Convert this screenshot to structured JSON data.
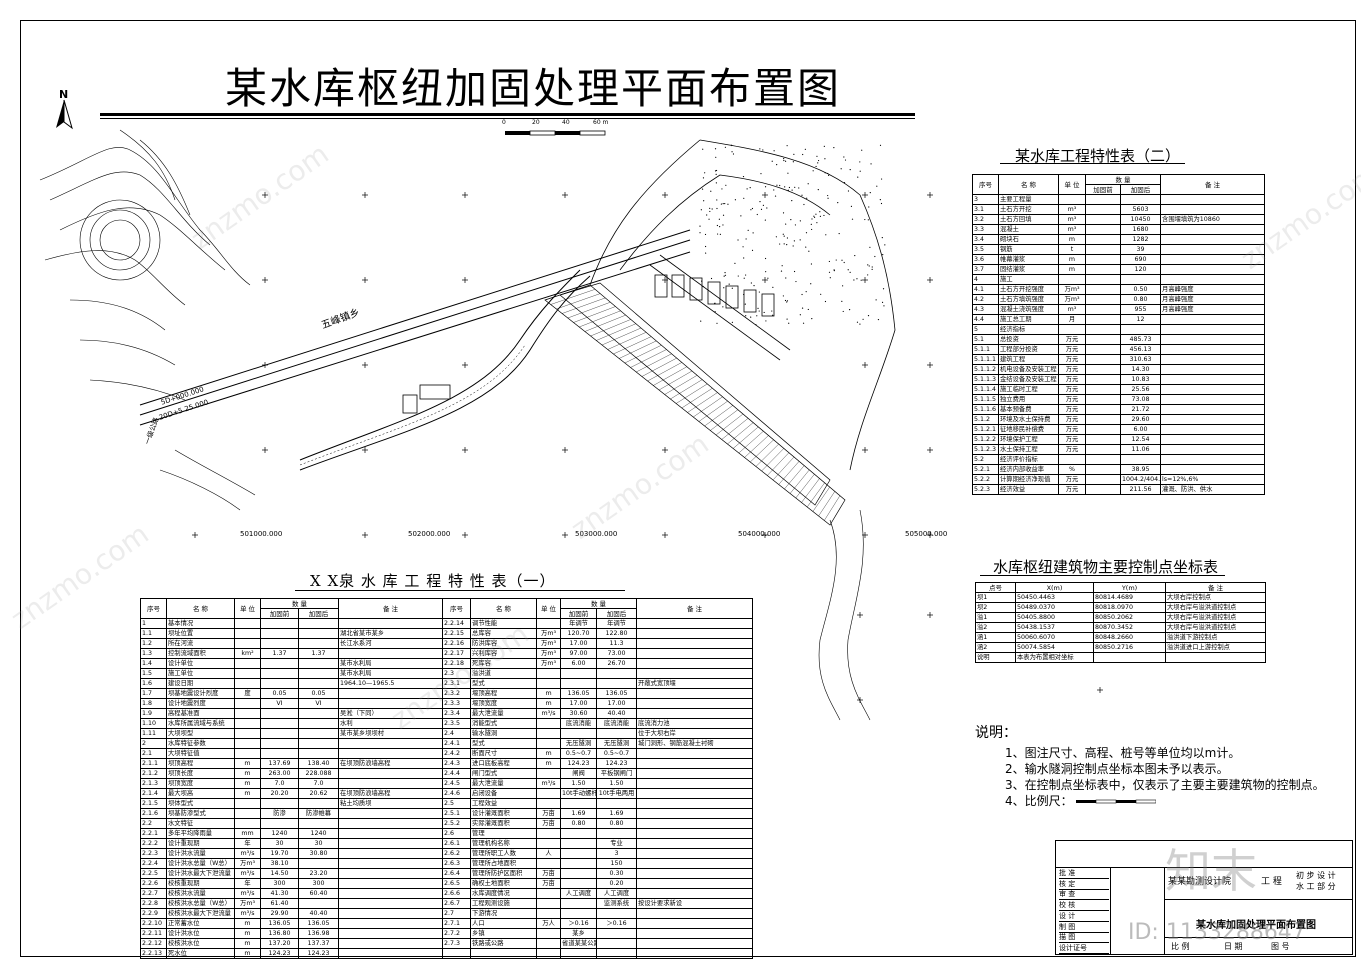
{
  "title": "某水库枢纽加固处理平面布置图",
  "north_label": "N",
  "scale_ticks": [
    "0",
    "20",
    "40",
    "60 m"
  ],
  "map_labels": {
    "village": "五峰镇乡",
    "road": "一级公路",
    "x_coords": [
      "501000.000",
      "502000.000",
      "503000.000",
      "504000.000",
      "505000.000"
    ],
    "grid_label_1": "5D+000.000",
    "grid_label_2": "20D+5 25.000"
  },
  "table2": {
    "caption": "某水库工程特性表（二）",
    "head": {
      "no": "序号",
      "name": "名 称",
      "unit": "单 位",
      "qty": "数 量",
      "before": "加固前",
      "after": "加固后",
      "note": "备 注"
    },
    "rows": [
      [
        "3",
        "主要工程量",
        "",
        "",
        "",
        ""
      ],
      [
        "3.1",
        "土石方开挖",
        "m³",
        "",
        "5603",
        ""
      ],
      [
        "3.2",
        "土石方回填",
        "m³",
        "",
        "10450",
        "含围堰填筑为10860"
      ],
      [
        "3.3",
        "混凝土",
        "m³",
        "",
        "1680",
        ""
      ],
      [
        "3.4",
        "砌块石",
        "m",
        "",
        "1282",
        ""
      ],
      [
        "3.5",
        "钢筋",
        "t",
        "",
        "39",
        ""
      ],
      [
        "3.6",
        "帷幕灌浆",
        "m",
        "",
        "690",
        ""
      ],
      [
        "3.7",
        "固结灌浆",
        "m",
        "",
        "120",
        ""
      ],
      [
        "4",
        "施工",
        "",
        "",
        "",
        ""
      ],
      [
        "4.1",
        "土石方开挖强度",
        "万m³",
        "",
        "0.50",
        "月高峰强度"
      ],
      [
        "4.2",
        "土石方填筑强度",
        "万m³",
        "",
        "0.80",
        "月高峰强度"
      ],
      [
        "4.3",
        "混凝土浇筑强度",
        "m³",
        "",
        "955",
        "月高峰强度"
      ],
      [
        "4.4",
        "施工总工期",
        "月",
        "",
        "12",
        ""
      ],
      [
        "5",
        "经济指标",
        "",
        "",
        "",
        ""
      ],
      [
        "5.1",
        "总投资",
        "万元",
        "",
        "485.73",
        ""
      ],
      [
        "5.1.1",
        "工程部分投资",
        "万元",
        "",
        "456.13",
        ""
      ],
      [
        "5.1.1.1",
        "建筑工程",
        "万元",
        "",
        "310.63",
        ""
      ],
      [
        "5.1.1.2",
        "机电设备及安装工程",
        "万元",
        "",
        "14.30",
        ""
      ],
      [
        "5.1.1.3",
        "金结设备及安装工程",
        "万元",
        "",
        "10.83",
        ""
      ],
      [
        "5.1.1.4",
        "施工临时工程",
        "万元",
        "",
        "25.56",
        ""
      ],
      [
        "5.1.1.5",
        "独立费用",
        "万元",
        "",
        "73.08",
        ""
      ],
      [
        "5.1.1.6",
        "基本预备费",
        "万元",
        "",
        "21.72",
        ""
      ],
      [
        "5.1.2",
        "环境及水土保持费",
        "万元",
        "",
        "29.60",
        ""
      ],
      [
        "5.1.2.1",
        "征地移民补偿费",
        "万元",
        "",
        "6.00",
        ""
      ],
      [
        "5.1.2.2",
        "环境保护工程",
        "万元",
        "",
        "12.54",
        ""
      ],
      [
        "5.1.2.3",
        "水土保持工程",
        "万元",
        "",
        "11.06",
        ""
      ],
      [
        "5.2",
        "经济评价指标",
        "",
        "",
        "",
        ""
      ],
      [
        "5.2.1",
        "经济内部收益率",
        "%",
        "",
        "38.95",
        ""
      ],
      [
        "5.2.2",
        "计算期经济净现值",
        "万元",
        "",
        "1004.2/404.53",
        "ls=12%,6%"
      ],
      [
        "5.2.3",
        "经济效益",
        "万元",
        "",
        "211.56",
        "灌溉、防洪、供水"
      ]
    ]
  },
  "coord_table": {
    "caption": "水库枢纽建筑物主要控制点坐标表",
    "head": [
      "点号",
      "X(m)",
      "Y(m)",
      "备 注"
    ],
    "rows": [
      [
        "坝1",
        "50450.4463",
        "80814.4689",
        "大坝右岸控制点"
      ],
      [
        "坝2",
        "50489.0370",
        "80818.0970",
        "大坝右岸与溢洪道控制点"
      ],
      [
        "溢1",
        "50405.8800",
        "80850.2062",
        "大坝右岸与溢洪道控制点"
      ],
      [
        "溢2",
        "50438.1537",
        "80870.3452",
        "大坝右岸与溢洪道控制点"
      ],
      [
        "涵1",
        "50060.6070",
        "80848.2660",
        "溢洪道下游控制点"
      ],
      [
        "涵2",
        "50074.5854",
        "80850.2716",
        "溢洪道进口上游控制点"
      ],
      [
        "说明",
        "本表为布置相对坐标",
        "",
        ""
      ]
    ]
  },
  "table1": {
    "caption": "X X泉 水 库 工 程 特 性 表（一）",
    "head": {
      "no": "序号",
      "name": "名 称",
      "unit": "单 位",
      "qty": "数 量",
      "before": "加固前",
      "after": "加固后",
      "note": "备 注"
    },
    "left_rows": [
      [
        "1",
        "基本情况",
        "",
        "",
        "",
        ""
      ],
      [
        "1.1",
        "坝址位置",
        "",
        "",
        "",
        "湖北省某市某乡"
      ],
      [
        "1.2",
        "所在河流",
        "",
        "",
        "",
        "长江水系河"
      ],
      [
        "1.3",
        "控制流域面积",
        "km²",
        "1.37",
        "1.37",
        ""
      ],
      [
        "1.4",
        "设计单位",
        "",
        "",
        "",
        "某市水利局"
      ],
      [
        "1.5",
        "施工单位",
        "",
        "",
        "",
        "某市水利局"
      ],
      [
        "1.6",
        "建设日期",
        "",
        "",
        "",
        "1964.10—1965.5"
      ],
      [
        "1.7",
        "坝基地震设计烈度",
        "度",
        "0.05",
        "0.05",
        ""
      ],
      [
        "1.8",
        "设计地震烈度",
        "",
        "VI",
        "VI",
        ""
      ],
      [
        "1.9",
        "高程基准面",
        "",
        "",
        "",
        "吴淞（下同）"
      ],
      [
        "1.10",
        "水库所属流域与系统",
        "",
        "",
        "",
        "水利"
      ],
      [
        "1.11",
        "大坝坝型",
        "",
        "",
        "",
        "某市某乡坝坝村"
      ],
      [
        "2",
        "水库特征参数",
        "",
        "",
        "",
        ""
      ],
      [
        "2.1",
        "大坝特征值",
        "",
        "",
        "",
        ""
      ],
      [
        "2.1.1",
        "坝顶高程",
        "m",
        "137.69",
        "138.40",
        "在坝顶防浪墙高程"
      ],
      [
        "2.1.2",
        "坝顶长度",
        "m",
        "263.00",
        "228.088",
        ""
      ],
      [
        "2.1.3",
        "坝顶宽度",
        "m",
        "7.0",
        "7.0",
        ""
      ],
      [
        "2.1.4",
        "最大坝高",
        "m",
        "20.20",
        "20.62",
        "在坝顶防浪墙高程"
      ],
      [
        "2.1.5",
        "坝体型式",
        "",
        "",
        "",
        "粘土均质坝"
      ],
      [
        "2.1.6",
        "坝基防渗型式",
        "",
        "防渗",
        "防渗帷幕",
        ""
      ],
      [
        "2.2",
        "水文特征",
        "",
        "",
        "",
        ""
      ],
      [
        "2.2.1",
        "多年平均降雨量",
        "mm",
        "1240",
        "1240",
        ""
      ],
      [
        "2.2.2",
        "设计重现期",
        "年",
        "30",
        "30",
        ""
      ],
      [
        "2.2.3",
        "设计洪水流量",
        "m³/s",
        "19.70",
        "30.80",
        ""
      ],
      [
        "2.2.4",
        "设计洪水总量（W总）",
        "万m³",
        "38.10",
        "",
        ""
      ],
      [
        "2.2.5",
        "设计洪水最大下泄流量",
        "m³/s",
        "14.50",
        "23.20",
        ""
      ],
      [
        "2.2.6",
        "校核重现期",
        "年",
        "300",
        "300",
        ""
      ],
      [
        "2.2.7",
        "校核洪水流量",
        "m³/s",
        "41.30",
        "60.40",
        ""
      ],
      [
        "2.2.8",
        "校核洪水总量（W总）",
        "万m³",
        "61.40",
        "",
        ""
      ],
      [
        "2.2.9",
        "校核洪水最大下泄流量",
        "m³/s",
        "29.90",
        "40.40",
        ""
      ],
      [
        "2.2.10",
        "正常蓄水位",
        "m",
        "136.05",
        "136.05",
        ""
      ],
      [
        "2.2.11",
        "设计洪水位",
        "m",
        "136.80",
        "136.98",
        ""
      ],
      [
        "2.2.12",
        "校核洪水位",
        "m",
        "137.20",
        "137.37",
        ""
      ],
      [
        "2.2.13",
        "死水位",
        "m",
        "124.23",
        "124.23",
        ""
      ]
    ],
    "right_rows": [
      [
        "2.2.14",
        "调节性能",
        "",
        "年调节",
        "年调节",
        ""
      ],
      [
        "2.2.15",
        "总库容",
        "万m³",
        "120.70",
        "122.80",
        ""
      ],
      [
        "2.2.16",
        "防洪库容",
        "万m³",
        "17.00",
        "11.3",
        ""
      ],
      [
        "2.2.17",
        "兴利库容",
        "万m³",
        "97.00",
        "73.00",
        ""
      ],
      [
        "2.2.18",
        "死库容",
        "万m³",
        "6.00",
        "26.70",
        ""
      ],
      [
        "2.3",
        "溢洪道",
        "",
        "",
        "",
        ""
      ],
      [
        "2.3.1",
        "型式",
        "",
        "",
        "",
        "开敞式宽顶堰"
      ],
      [
        "2.3.2",
        "堰顶高程",
        "m",
        "136.05",
        "136.05",
        ""
      ],
      [
        "2.3.3",
        "堰顶宽度",
        "m",
        "17.00",
        "17.00",
        ""
      ],
      [
        "2.3.4",
        "最大泄流量",
        "m³/s",
        "30.60",
        "40.40",
        ""
      ],
      [
        "2.3.5",
        "消能型式",
        "",
        "底流消能",
        "底流消能",
        "底流消力池"
      ],
      [
        "2.4",
        "输水隧洞",
        "",
        "",
        "",
        "位于大坝右岸"
      ],
      [
        "2.4.1",
        "型式",
        "",
        "无压隧洞",
        "无压隧洞",
        "城门洞形、钢筋混凝土衬砌"
      ],
      [
        "2.4.2",
        "断面尺寸",
        "m",
        "0.5~0.7",
        "0.5~0.7",
        ""
      ],
      [
        "2.4.3",
        "进口底板高程",
        "m",
        "124.23",
        "124.23",
        ""
      ],
      [
        "2.4.4",
        "闸门型式",
        "",
        "闸阀",
        "平板钢闸门",
        ""
      ],
      [
        "2.4.5",
        "最大泄流量",
        "m³/s",
        "1.50",
        "1.50",
        ""
      ],
      [
        "2.4.6",
        "启闭设备",
        "",
        "10t手动螺杆",
        "10t手电两用",
        ""
      ],
      [
        "2.5",
        "工程效益",
        "",
        "",
        "",
        ""
      ],
      [
        "2.5.1",
        "设计灌溉面积",
        "万亩",
        "1.69",
        "1.69",
        ""
      ],
      [
        "2.5.2",
        "实际灌溉面积",
        "万亩",
        "0.80",
        "0.80",
        ""
      ],
      [
        "2.6",
        "管理",
        "",
        "",
        "",
        ""
      ],
      [
        "2.6.1",
        "管理机构名称",
        "",
        "",
        "专业",
        ""
      ],
      [
        "2.6.2",
        "管理所职工人数",
        "人",
        "",
        "3",
        ""
      ],
      [
        "2.6.3",
        "管理所占地面积",
        "",
        "",
        "150",
        ""
      ],
      [
        "2.6.4",
        "管理所防护区面积",
        "万亩",
        "",
        "0.30",
        ""
      ],
      [
        "2.6.5",
        "确权土地面积",
        "万亩",
        "",
        "0.20",
        ""
      ],
      [
        "2.6.6",
        "水库调度情况",
        "",
        "人工调度",
        "人工调度",
        ""
      ],
      [
        "2.6.7",
        "工程观测设施",
        "",
        "",
        "监测系统",
        "按设计要求新设"
      ],
      [
        "2.7",
        "下游情况",
        "",
        "",
        "",
        ""
      ],
      [
        "2.7.1",
        "人口",
        "万人",
        "＞0.16",
        "＞0.16",
        ""
      ],
      [
        "2.7.2",
        "乡镇",
        "",
        "某乡",
        "",
        ""
      ],
      [
        "2.7.3",
        "铁路或公路",
        "",
        "省道某某公路",
        "",
        ""
      ],
      [
        "",
        "",
        "",
        "",
        "",
        ""
      ]
    ]
  },
  "notes": {
    "head": "说明：",
    "lines": [
      "1、图注尺寸、高程、桩号等单位均以m计。",
      "2、输水隧洞控制点坐标本图未予以表示。",
      "3、在控制点坐标表中，仅表示了主要主要建筑物的控制点。",
      "4、比例尺："
    ]
  },
  "title_block": {
    "left_labels": [
      "批 准",
      "核 定",
      "审 查",
      "校 核",
      "设 计",
      "制 图",
      "描 图",
      "设计证号"
    ],
    "company": "某某勘测设计院",
    "stage": "工 程",
    "phase": "初 步 设 计",
    "dept": "水 工 部 分",
    "drawing_name": "某水库加固处理平面布置图",
    "scale_label": "比 例",
    "date_label": "日 期",
    "sheet_label": "图 号"
  },
  "watermark_text": "znzmo.com",
  "brand_glyph": "知末",
  "id_text": "ID: 1133288647"
}
